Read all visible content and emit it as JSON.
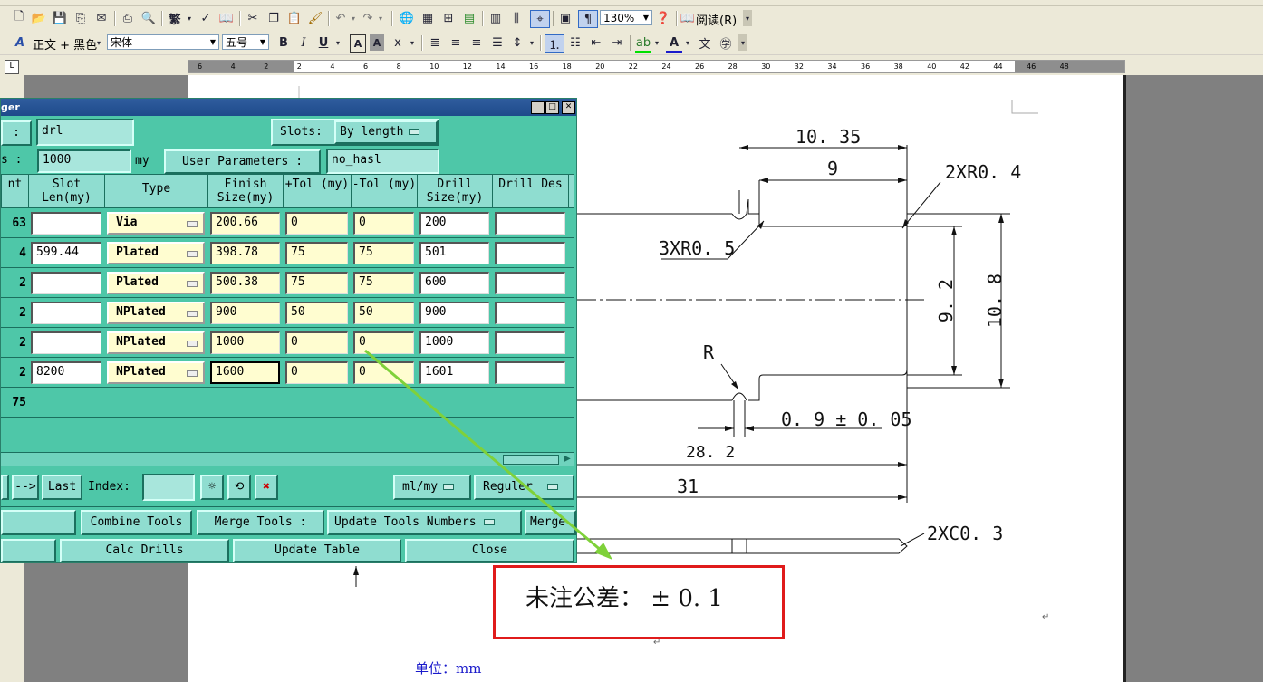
{
  "toolbar": {
    "zoom": "130%",
    "read_label": "阅读(R)",
    "style": "正文 + 黑色",
    "font": "宋体",
    "size": "五号",
    "traditional": "繁"
  },
  "ruler": {
    "numbers": [
      "6",
      "4",
      "2",
      "2",
      "4",
      "6",
      "8",
      "10",
      "12",
      "14",
      "16",
      "18",
      "20",
      "22",
      "24",
      "26",
      "28",
      "30",
      "32",
      "34",
      "36",
      "38",
      "40",
      "42",
      "44",
      "46",
      "48"
    ]
  },
  "dialog": {
    "title": "ger",
    "row1": {
      "colon": ":",
      "file": "drl",
      "slots_label": "Slots:",
      "slots_value": "By length"
    },
    "row2": {
      "label": "s :",
      "value": "1000",
      "unit": "my",
      "user_params_label": "User Parameters :",
      "user_params_value": "no_hasl"
    },
    "columns": [
      "nt",
      "Slot Len(my)",
      "Type",
      "Finish Size(my)",
      "+Tol (my)",
      "-Tol (my)",
      "Drill Size(my)",
      "Drill Des"
    ],
    "rows": [
      {
        "count": "63",
        "slot": "",
        "type": "Via",
        "finish": "200.66",
        "ptol": "0",
        "ntol": "0",
        "drill": "200",
        "des": ""
      },
      {
        "count": "4",
        "slot": "599.44",
        "type": "Plated",
        "finish": "398.78",
        "ptol": "75",
        "ntol": "75",
        "drill": "501",
        "des": ""
      },
      {
        "count": "2",
        "slot": "",
        "type": "Plated",
        "finish": "500.38",
        "ptol": "75",
        "ntol": "75",
        "drill": "600",
        "des": ""
      },
      {
        "count": "2",
        "slot": "",
        "type": "NPlated",
        "finish": "900",
        "ptol": "50",
        "ntol": "50",
        "drill": "900",
        "des": ""
      },
      {
        "count": "2",
        "slot": "",
        "type": "NPlated",
        "finish": "1000",
        "ptol": "0",
        "ntol": "0",
        "drill": "1000",
        "des": ""
      },
      {
        "count": "2",
        "slot": "8200",
        "type": "NPlated",
        "finish": "1600",
        "ptol": "0",
        "ntol": "0",
        "drill": "1601",
        "des": ""
      }
    ],
    "total": "75",
    "nav": {
      "next": "-->",
      "last": "Last",
      "index_label": "Index:",
      "units": "ml/my",
      "mode": "Reguler"
    },
    "tools": {
      "combine": "Combine Tools",
      "merge_label": "Merge Tools :",
      "update_numbers": "Update Tools Numbers",
      "merge": "Merge"
    },
    "actions": {
      "calc": "Calc Drills",
      "update_table": "Update Table",
      "close": "Close"
    }
  },
  "drawing": {
    "d1035": "10. 35",
    "d9": "9",
    "r24": "2XR0. 4",
    "r35": "3XR0. 5",
    "d92": "9. 2",
    "d108": "10. 8",
    "R": "R",
    "tol": "0. 9 ± 0. 05",
    "d282": "28. 2",
    "d31": "31",
    "c03": "2XC0. 3",
    "note": "未注公差： ± 0. 1",
    "unit": "单位：mm"
  }
}
